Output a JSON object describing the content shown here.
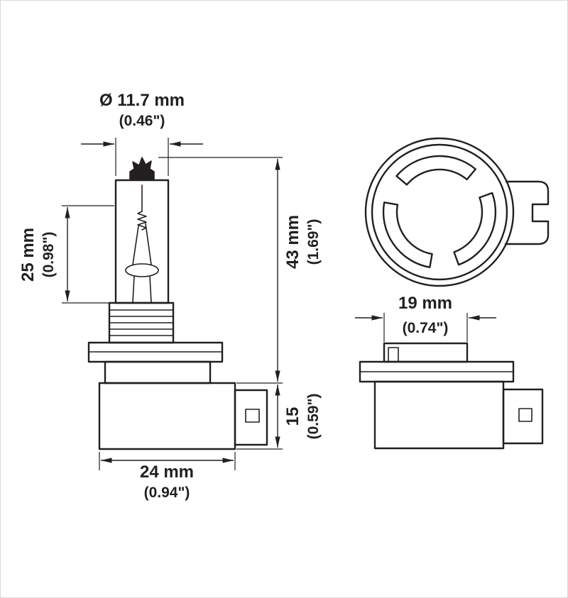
{
  "colors": {
    "line": "#231f20",
    "background": "#ffffff"
  },
  "dims": {
    "diameter_mm": "Ø 11.7 mm",
    "diameter_in": "(0.46\")",
    "glass_mm": "25 mm",
    "glass_in": "(0.98\")",
    "total_mm": "43 mm",
    "total_in": "(1.69\")",
    "base_mm": "15",
    "base_in": "(0.59\")",
    "width_mm": "24 mm",
    "width_in": "(0.94\")",
    "ring_mm": "19 mm",
    "ring_in": "(0.74\")"
  }
}
